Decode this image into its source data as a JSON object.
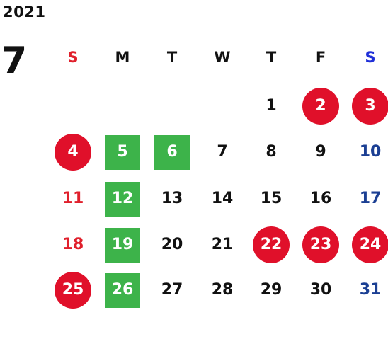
{
  "year": "2021",
  "month": "7",
  "weekdays": [
    "S",
    "M",
    "T",
    "W",
    "T",
    "F",
    "S"
  ],
  "colors": {
    "sunday": "#e0202c",
    "saturday": "#1f2fd8",
    "saturday_date": "#1b3f93",
    "holiday_circle": "#e0102a",
    "green_square": "#3db34a"
  },
  "weeks": [
    [
      {
        "day": ""
      },
      {
        "day": ""
      },
      {
        "day": ""
      },
      {
        "day": ""
      },
      {
        "day": "1"
      },
      {
        "day": "2",
        "mark": "circle"
      },
      {
        "day": "3",
        "mark": "circle"
      }
    ],
    [
      {
        "day": "4",
        "mark": "circle"
      },
      {
        "day": "5",
        "mark": "square"
      },
      {
        "day": "6",
        "mark": "square"
      },
      {
        "day": "7"
      },
      {
        "day": "8"
      },
      {
        "day": "9"
      },
      {
        "day": "10"
      }
    ],
    [
      {
        "day": "11"
      },
      {
        "day": "12",
        "mark": "square"
      },
      {
        "day": "13"
      },
      {
        "day": "14"
      },
      {
        "day": "15"
      },
      {
        "day": "16"
      },
      {
        "day": "17"
      }
    ],
    [
      {
        "day": "18"
      },
      {
        "day": "19",
        "mark": "square"
      },
      {
        "day": "20"
      },
      {
        "day": "21"
      },
      {
        "day": "22",
        "mark": "circle"
      },
      {
        "day": "23",
        "mark": "circle"
      },
      {
        "day": "24",
        "mark": "circle"
      }
    ],
    [
      {
        "day": "25",
        "mark": "circle"
      },
      {
        "day": "26",
        "mark": "square"
      },
      {
        "day": "27"
      },
      {
        "day": "28"
      },
      {
        "day": "29"
      },
      {
        "day": "30"
      },
      {
        "day": "31"
      }
    ]
  ]
}
